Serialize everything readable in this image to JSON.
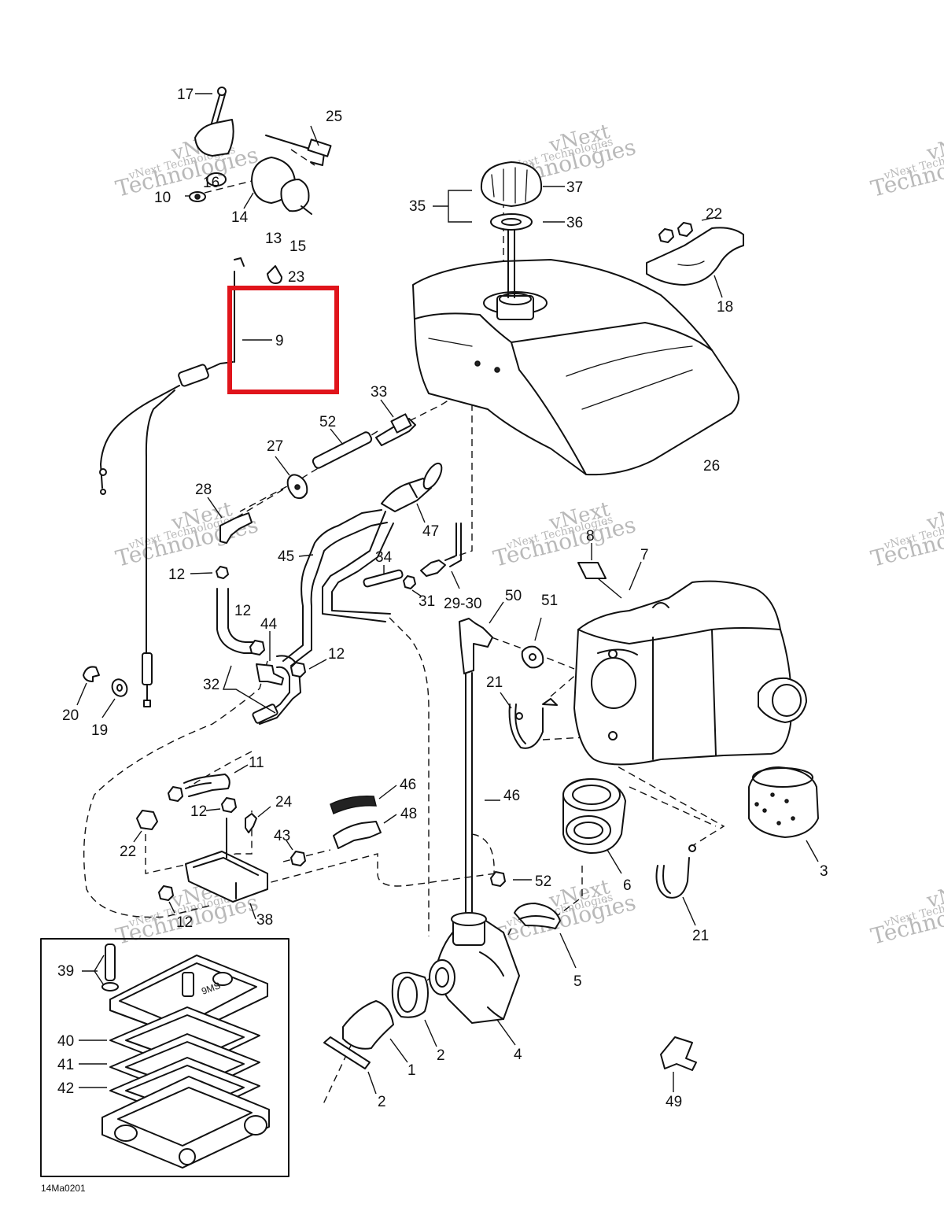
{
  "diagram": {
    "reference_code": "14Ma0201",
    "watermark_line1": "vNext",
    "watermark_line2": "Technologies",
    "highlight_color": "#e0141b",
    "callouts": {
      "c1": "1",
      "c2a": "2",
      "c2b": "2",
      "c3": "3",
      "c4": "4",
      "c5": "5",
      "c6": "6",
      "c7": "7",
      "c8": "8",
      "c9": "9",
      "c10": "10",
      "c11": "11",
      "c12a": "12",
      "c12b": "12",
      "c12c": "12",
      "c12d": "12",
      "c12e": "12",
      "c13": "13",
      "c14": "14",
      "c15": "15",
      "c16": "16",
      "c17": "17",
      "c18": "18",
      "c19": "19",
      "c20": "20",
      "c21a": "21",
      "c21b": "21",
      "c22a": "22",
      "c22b": "22",
      "c23": "23",
      "c24": "24",
      "c25": "25",
      "c26": "26",
      "c27": "27",
      "c28": "28",
      "c2930": "29-30",
      "c31": "31",
      "c32": "32",
      "c33": "33",
      "c34": "34",
      "c35": "35",
      "c36": "36",
      "c37": "37",
      "c38": "38",
      "c39": "39",
      "c40": "40",
      "c41": "41",
      "c42": "42",
      "c43": "43",
      "c44": "44",
      "c45": "45",
      "c46a": "46",
      "c46b": "46",
      "c47": "47",
      "c48": "48",
      "c49": "49",
      "c50": "50",
      "c51": "51",
      "c52a": "52",
      "c52b": "52"
    }
  }
}
